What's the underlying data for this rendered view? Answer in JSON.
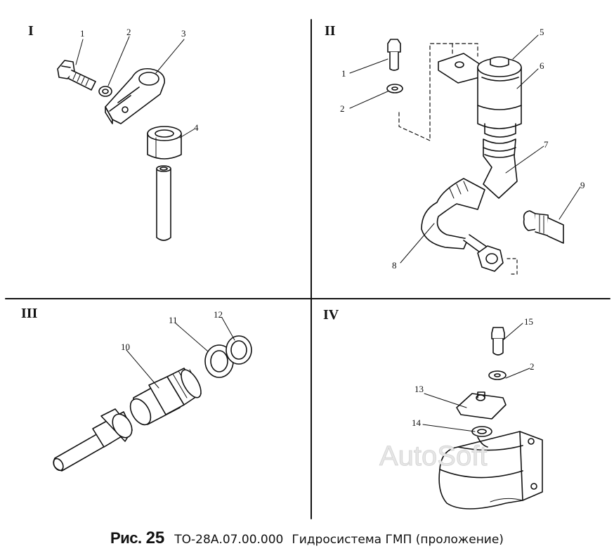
{
  "quadrants": {
    "q1": {
      "roman": "I",
      "callouts": [
        "1",
        "2",
        "3",
        "4"
      ]
    },
    "q2": {
      "roman": "II",
      "callouts": [
        "1",
        "2",
        "5",
        "6",
        "7",
        "8",
        "9"
      ]
    },
    "q3": {
      "roman": "III",
      "callouts": [
        "10",
        "11",
        "12"
      ]
    },
    "q4": {
      "roman": "IV",
      "callouts": [
        "2",
        "13",
        "14",
        "15"
      ]
    }
  },
  "watermark": "AutoSoft",
  "caption": {
    "figure_word": "Рис.",
    "figure_number": "25",
    "code": "ТО-28А.07.00.000",
    "title": "Гидросистема ГМП (проложение)"
  },
  "colors": {
    "ink": "#111111",
    "paper": "#ffffff",
    "watermark": "#e6e6e6"
  }
}
